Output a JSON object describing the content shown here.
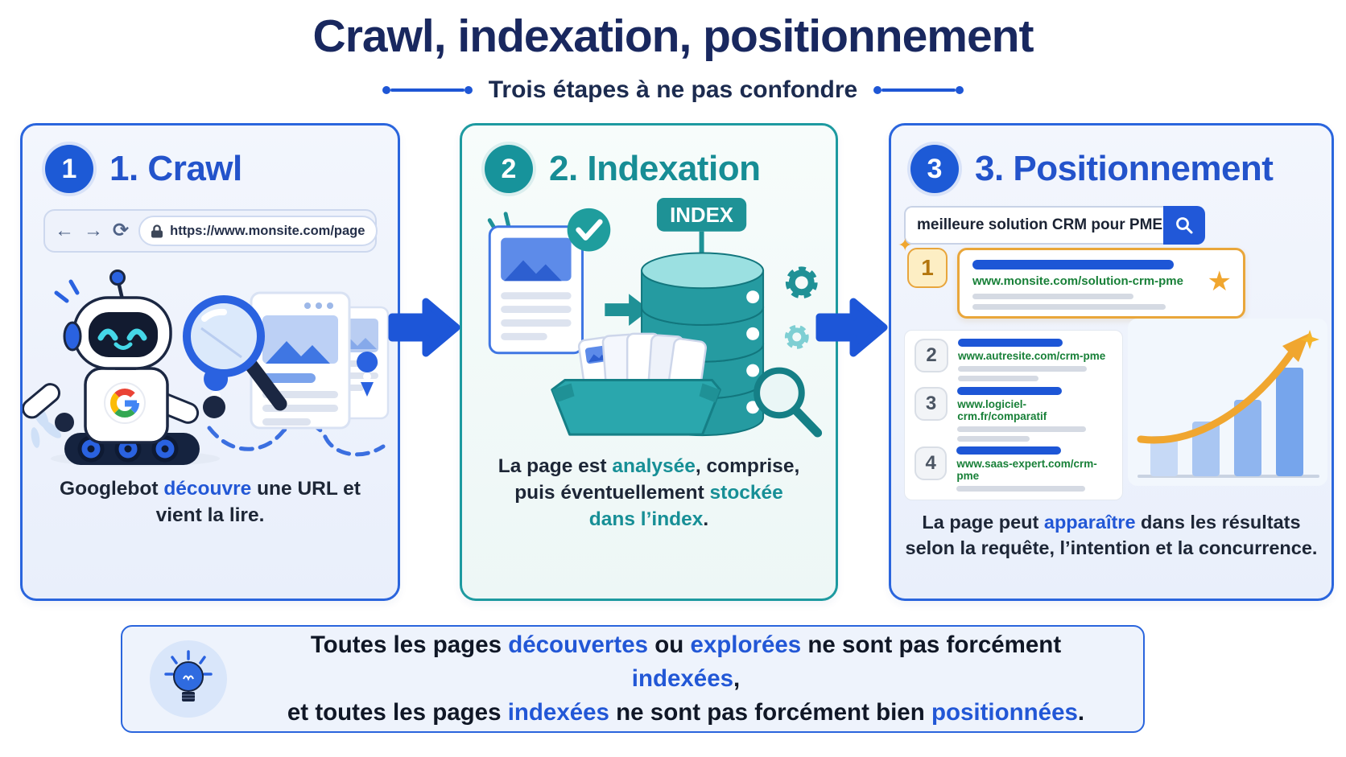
{
  "header": {
    "title": "Crawl, indexation, positionnement",
    "subtitle": "Trois étapes à ne pas confondre"
  },
  "icons": {
    "back": "←",
    "forward": "→",
    "reload": "⟳",
    "star": "★",
    "sparkle": "✦"
  },
  "colors": {
    "accent_blue": "#1d56d8",
    "accent_teal": "#178f96",
    "navy": "#19285f",
    "url_green": "#188038",
    "gold": "#f0a62f"
  },
  "panels": {
    "crawl": {
      "badge": "1",
      "heading": "1. Crawl",
      "browser_url": "https://www.monsite.com/page",
      "caption": [
        {
          "text": "Googlebot "
        },
        {
          "text": "découvre",
          "style": "blue"
        },
        {
          "text": " une URL et vient la lire."
        }
      ]
    },
    "indexation": {
      "badge": "2",
      "heading": "2. Indexation",
      "index_label": "INDEX",
      "caption": [
        {
          "text": "La page est "
        },
        {
          "text": "analysée",
          "style": "teal"
        },
        {
          "text": ", comprise, puis éventuellement "
        },
        {
          "text": "stockée",
          "style": "teal"
        },
        {
          "text": " "
        },
        {
          "text": "dans l’index",
          "style": "teal"
        },
        {
          "text": "."
        }
      ]
    },
    "positionnement": {
      "badge": "3",
      "heading": "3. Positionnement",
      "search_query": "meilleure solution CRM pour PME",
      "results": [
        {
          "rank": "1",
          "url": "www.monsite.com/solution-crm-pme",
          "highlighted": true
        },
        {
          "rank": "2",
          "url": "www.autresite.com/crm-pme",
          "highlighted": false
        },
        {
          "rank": "3",
          "url": "www.logiciel-crm.fr/comparatif",
          "highlighted": false
        },
        {
          "rank": "4",
          "url": "www.saas-expert.com/crm-pme",
          "highlighted": false
        }
      ],
      "chart": {
        "type": "bar",
        "values": [
          50,
          68,
          95,
          135
        ],
        "trend": "up"
      },
      "caption": [
        {
          "text": "La page peut "
        },
        {
          "text": "apparaître",
          "style": "blue"
        },
        {
          "text": " dans les résultats selon la requête, l’intention et la concurrence."
        }
      ]
    }
  },
  "note": {
    "line1": [
      {
        "text": "Toutes les pages "
      },
      {
        "text": "découvertes",
        "style": "blue"
      },
      {
        "text": " ou "
      },
      {
        "text": "explorées",
        "style": "blue"
      },
      {
        "text": " ne sont pas forcément "
      },
      {
        "text": "indexées",
        "style": "blue"
      },
      {
        "text": ","
      }
    ],
    "line2": [
      {
        "text": "et toutes les pages "
      },
      {
        "text": "indexées",
        "style": "blue"
      },
      {
        "text": " ne sont pas forcément bien "
      },
      {
        "text": "positionnées",
        "style": "blue"
      },
      {
        "text": "."
      }
    ]
  }
}
